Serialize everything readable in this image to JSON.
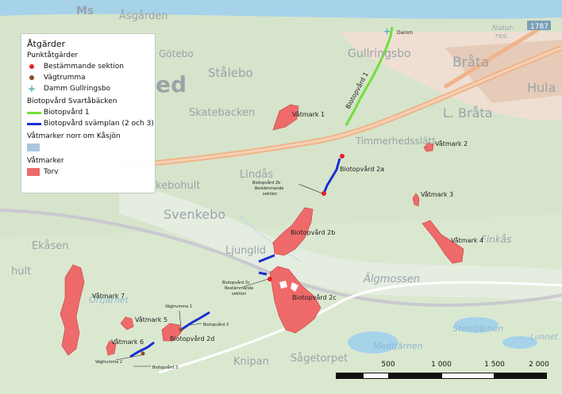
{
  "legend": {
    "title": "Åtgärder",
    "group_point": "Punktåtgärder",
    "item_bestammande": "Bestämmande sektion",
    "item_vagtrumma": "Vägtrumma",
    "item_damm": "Damm Gullringsbo",
    "group_biotop": "Biotopvård Svartåbäcken",
    "item_biotop1": "Biotopvård 1",
    "item_svamplan": "Biotopvård svämplan (2 och 3)",
    "group_vatmarker_norr": "Våtmarker norr om Kåsjön",
    "group_vatmarker": "Våtmarker",
    "item_torv": "Torv"
  },
  "place_names": {
    "ms": "Ms",
    "asgarden": "Åsgården",
    "gotebo": "Götebo",
    "stalebo": "Stålebo",
    "gullringsbo": "Gullringsbo",
    "brata": "Bråta",
    "hula": "Hula",
    "natur": "Natur-",
    "res": "res.",
    "road_1787": "1787",
    "ed": "ed",
    "skatebacken": "Skatebacken",
    "l_brata": "L. Bråta",
    "timmerhedsslatt": "Timmerhedsslätt",
    "lindas": "Lindås",
    "kebohult": "kebohult",
    "svenkebo": "Svenkebo",
    "ekasen": "Ekåsen",
    "hult": "hult",
    "ljunglid": "Ljunglid",
    "algmossen": "Älgmossen",
    "inkas": "Finkås",
    "ortjarnet": "Örtjärnet",
    "stentjarnen": "Stentjärnen",
    "medtjarnen": "Medtjärnen",
    "knipan": "Knipan",
    "sagetorpet": "Sågetorpet",
    "lunnet": "Lunnet"
  },
  "map_labels": {
    "damm": "Damm",
    "biotopvard_1": "Biotopvård 1",
    "vatmark_1": "Våtmark 1",
    "vatmark_2": "Våtmark 2",
    "vatmark_3": "Våtmark 3",
    "vatmark_4": "Våtmark 4",
    "vatmark_5": "Våtmark 5",
    "vatmark_6": "Våtmark 6",
    "vatmark_7": "Våtmark 7",
    "biotopvard_2a": "Biotopvård 2a",
    "biotopvard_2b": "Biotopvård 2b",
    "biotopvard_2c": "Biotopvård 2c",
    "biotopvard_2d": "Biotopvård 2d",
    "biotopvard_3": "Biotopvård 3",
    "vagtrumma_1": "Vägtrumma 1",
    "vagtrumma_2": "Vägtrumma 2",
    "small_2b_line1": "Biotopvård 2b",
    "small_2b_line2": "Bestämmande",
    "small_2b_line3": "sektion",
    "small_2c_line1": "Biotopvård 2c",
    "small_2c_line2": "Bestämmande",
    "small_2c_line3": "sektion"
  },
  "scale_bar": {
    "labels": [
      "500",
      "1 000",
      "1 500",
      "2 000"
    ]
  },
  "colors": {
    "wetland": "#ef6a6a",
    "biotop1": "#6ee03a",
    "svamplan": "#1a2fd0",
    "point_red": "#e8202a",
    "point_brown": "#8a4a2a",
    "damm": "#4fb0b8",
    "vatmark_norr": "#a9c7df",
    "road_orange": "#f2b48a",
    "water": "#9fd0e6"
  }
}
